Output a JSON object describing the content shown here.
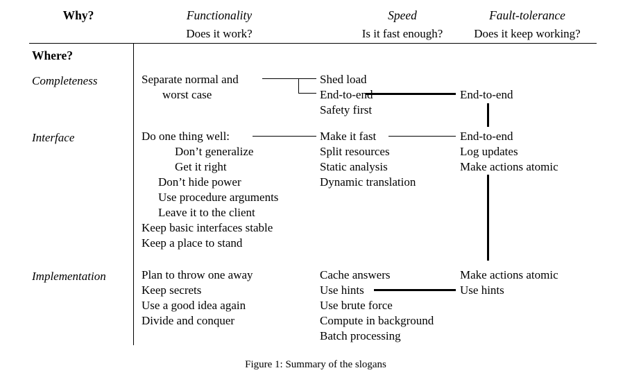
{
  "figure": {
    "caption": "Figure 1: Summary of the slogans",
    "corner_header": "Why?",
    "row_axis_header": "Where?"
  },
  "columns": [
    {
      "title": "Functionality",
      "question": "Does it work?"
    },
    {
      "title": "Speed",
      "question": "Is it fast enough?"
    },
    {
      "title": "Fault-tolerance",
      "question": "Does it keep working?"
    }
  ],
  "rows": [
    {
      "label": "Completeness",
      "functionality": [
        {
          "text": "Separate normal and",
          "indent": 0
        },
        {
          "text": "worst case",
          "indent": 1
        }
      ],
      "speed": [
        {
          "text": "Shed load"
        },
        {
          "text": "End-to-end"
        },
        {
          "text": "Safety first"
        }
      ],
      "fault_tolerance": [
        {
          "text": "End-to-end"
        }
      ]
    },
    {
      "label": "Interface",
      "functionality": [
        {
          "text": "Do one thing well:",
          "indent": 0
        },
        {
          "text": "Don’t generalize",
          "indent": 2
        },
        {
          "text": "Get it right",
          "indent": 2
        },
        {
          "text": "Don’t hide power",
          "indent": 1
        },
        {
          "text": "Use procedure arguments",
          "indent": 1
        },
        {
          "text": "Leave it to the client",
          "indent": 1
        },
        {
          "text": "Keep basic interfaces stable",
          "indent": 0
        },
        {
          "text": "Keep a place to stand",
          "indent": 0
        }
      ],
      "speed": [
        {
          "text": "Make it fast"
        },
        {
          "text": "Split resources"
        },
        {
          "text": "Static analysis"
        },
        {
          "text": "Dynamic translation"
        }
      ],
      "fault_tolerance": [
        {
          "text": "End-to-end"
        },
        {
          "text": "Log updates"
        },
        {
          "text": "Make actions atomic"
        }
      ]
    },
    {
      "label": "Implementation",
      "functionality": [
        {
          "text": "Plan to throw one away",
          "indent": 0
        },
        {
          "text": "Keep secrets",
          "indent": 0
        },
        {
          "text": "Use a good idea again",
          "indent": 0
        },
        {
          "text": "Divide and conquer",
          "indent": 0
        }
      ],
      "speed": [
        {
          "text": "Cache answers"
        },
        {
          "text": "Use hints"
        },
        {
          "text": "Use brute force"
        },
        {
          "text": "Compute in background"
        },
        {
          "text": "Batch processing"
        }
      ],
      "fault_tolerance": [
        {
          "text": "Make actions atomic"
        },
        {
          "text": "Use hints"
        }
      ]
    }
  ],
  "connectors": [
    {
      "name": "separate-normal-to-shed-load-and-end-to-end",
      "style": "thin-bracket"
    },
    {
      "name": "end-to-end-functionality-speed-to-fault-tolerance",
      "style": "thick"
    },
    {
      "name": "do-one-thing-well-to-make-it-fast",
      "style": "thin"
    },
    {
      "name": "make-it-fast-to-end-to-end",
      "style": "thin"
    },
    {
      "name": "end-to-end-completeness-to-end-to-end-interface",
      "style": "thick-vertical"
    },
    {
      "name": "make-actions-atomic-interface-to-implementation",
      "style": "thick-vertical"
    },
    {
      "name": "use-hints-speed-to-fault-tolerance",
      "style": "thick"
    }
  ],
  "colors": {
    "ink": "#000000",
    "paper": "#ffffff"
  }
}
